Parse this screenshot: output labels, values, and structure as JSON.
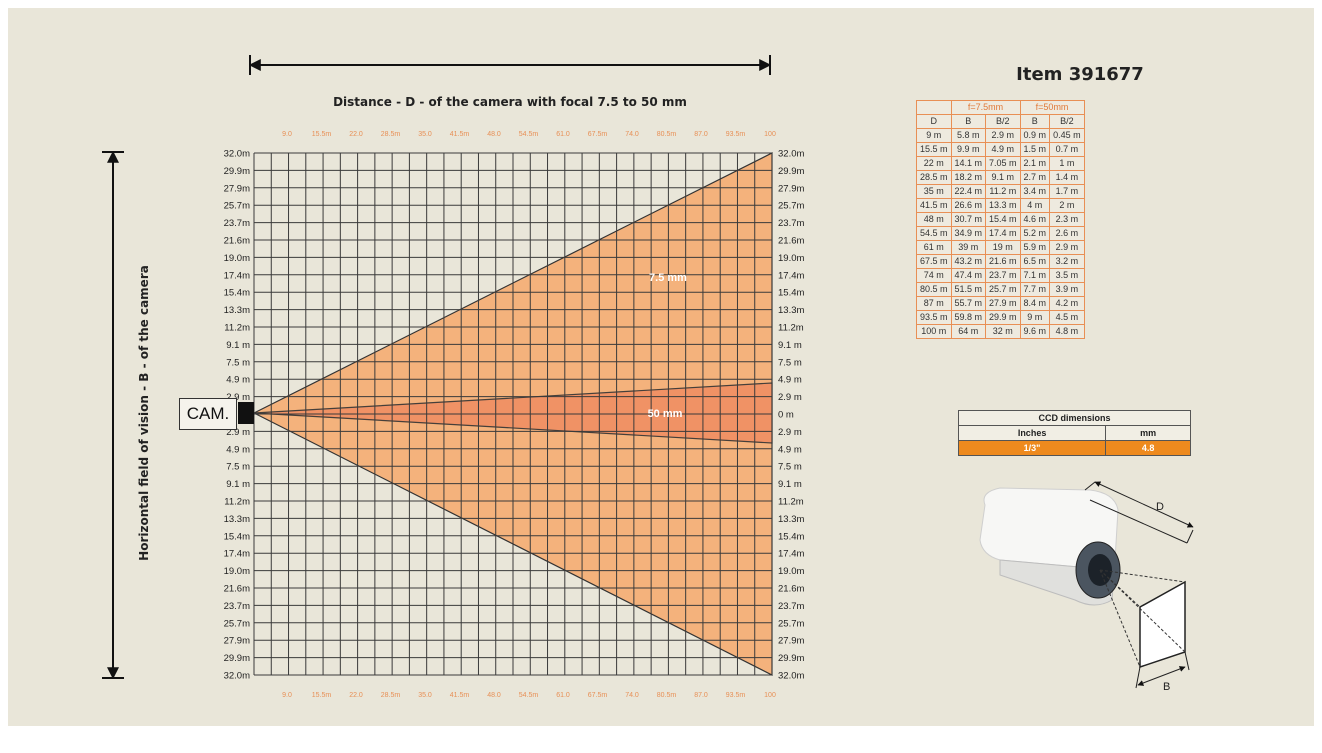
{
  "diagram": {
    "top_title": "Distance - D - of the camera with focal 7.5 to 50 mm",
    "left_title": "Horizontal field of vision - B - of the camera",
    "camera_label": "CAM.",
    "scale_labels": [
      "32.0m",
      "29.9m",
      "27.9m",
      "25.7m",
      "23.7m",
      "21.6m",
      "19.0m",
      "17.4m",
      "15.4m",
      "13.3m",
      "11.2m",
      "9.1 m",
      "7.5 m",
      "4.9 m",
      "2.9 m",
      "0 m",
      "2.9 m",
      "4.9 m",
      "7.5 m",
      "9.1 m",
      "11.2m",
      "13.3m",
      "15.4m",
      "17.4m",
      "19.0m",
      "21.6m",
      "23.7m",
      "25.7m",
      "27.9m",
      "29.9m",
      "32.0m"
    ],
    "distance_ticks": [
      "9.0",
      "15.5m",
      "22.0",
      "28.5m",
      "35.0",
      "41.5m",
      "48.0",
      "54.5m",
      "61.0",
      "67.5m",
      "74.0",
      "80.5m",
      "87.0",
      "93.5m",
      "100"
    ],
    "wide_lens_label": "7.5 mm",
    "narrow_lens_label": "50 mm",
    "colors": {
      "wide_fill": "#f4b27c",
      "narrow_fill": "#f08f63",
      "grid": "#3a3a3a",
      "accent": "#e88f55",
      "background": "#e9e6d9"
    }
  },
  "item_title": "Item 391677",
  "distance_table": {
    "lens_headers": [
      "f=7.5mm",
      "f=50mm"
    ],
    "columns": [
      "D",
      "B",
      "B/2",
      "B",
      "B/2"
    ],
    "rows": [
      [
        "9  m",
        "5.8  m",
        "2.9  m",
        "0.9  m",
        "0.45  m"
      ],
      [
        "15.5 m",
        "9.9  m",
        "4.9  m",
        "1.5  m",
        "0.7  m"
      ],
      [
        "22  m",
        "14.1  m",
        "7.05  m",
        "2.1  m",
        "1  m"
      ],
      [
        "28.5 m",
        "18.2  m",
        "9.1  m",
        "2.7  m",
        "1.4  m"
      ],
      [
        "35  m",
        "22.4  m",
        "11.2  m",
        "3.4  m",
        "1.7  m"
      ],
      [
        "41.5 m",
        "26.6  m",
        "13.3  m",
        "4  m",
        "2  m"
      ],
      [
        "48  m",
        "30.7  m",
        "15.4  m",
        "4.6  m",
        "2.3  m"
      ],
      [
        "54.5 m",
        "34.9  m",
        "17.4  m",
        "5.2  m",
        "2.6  m"
      ],
      [
        "61  m",
        "39  m",
        "19  m",
        "5.9  m",
        "2.9  m"
      ],
      [
        "67.5 m",
        "43.2  m",
        "21.6  m",
        "6.5  m",
        "3.2  m"
      ],
      [
        "74  m",
        "47.4  m",
        "23.7  m",
        "7.1  m",
        "3.5  m"
      ],
      [
        "80.5 m",
        "51.5  m",
        "25.7  m",
        "7.7  m",
        "3.9  m"
      ],
      [
        "87  m",
        "55.7  m",
        "27.9  m",
        "8.4  m",
        "4.2  m"
      ],
      [
        "93.5 m",
        "59.8  m",
        "29.9  m",
        "9  m",
        "4.5  m"
      ],
      [
        "100  m",
        "64  m",
        "32  m",
        "9.6  m",
        "4.8  m"
      ]
    ]
  },
  "ccd": {
    "title": "CCD dimensions",
    "headers": [
      "Inches",
      "mm"
    ],
    "values": [
      "1/3\"",
      "4.8"
    ]
  },
  "camera_image": {
    "d_label": "D",
    "b_label": "B"
  }
}
